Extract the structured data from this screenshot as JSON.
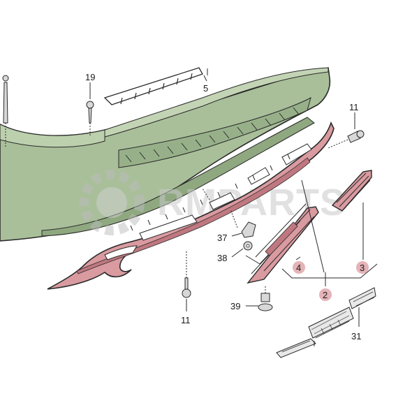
{
  "diagram": {
    "callouts": {
      "c19": "19",
      "c5": "5",
      "c11_top": "11",
      "c37": "37",
      "c38": "38",
      "c4": "4",
      "c3": "3",
      "c2": "2",
      "c39": "39",
      "c11_bottom": "11",
      "c31": "31"
    },
    "watermark": "RMPARTS",
    "colors": {
      "bumper_fill": "#a9bf9a",
      "bumper_dark": "#7f9a6f",
      "diffuser_fill": "#d99aa0",
      "diffuser_dark": "#b7626c",
      "highlight_badge": "#e4b3b8",
      "line": "#2a2a2a"
    }
  }
}
